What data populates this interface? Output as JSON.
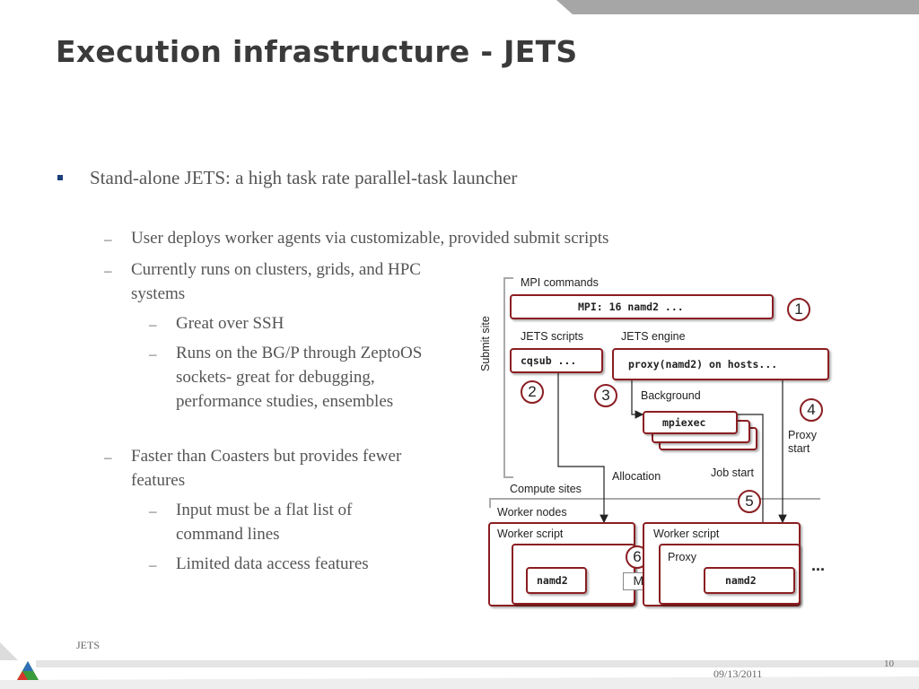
{
  "slide": {
    "title": "Execution infrastructure - JETS",
    "bullet": "Stand-alone JETS: a high task rate parallel-task launcher",
    "sub_items": [
      {
        "text": "User deploys worker agents via customizable, provided submit scripts"
      },
      {
        "text": "Currently runs on clusters, grids, and HPC systems"
      },
      {
        "text": "Great over SSH"
      },
      {
        "text": "Runs on the BG/P through ZeptoOS sockets- great for debugging, performance studies, ensembles"
      },
      {
        "text": "Faster than Coasters but provides fewer features"
      },
      {
        "text": "Input must be a flat list of command lines"
      },
      {
        "text": "Limited data access features"
      }
    ],
    "dash": "–"
  },
  "diagram": {
    "submit_site": "Submit site",
    "mpi_commands": "MPI commands",
    "mpi_line": "MPI: 16 namd2 ...",
    "jets_scripts": "JETS scripts",
    "cqsub": "cqsub ...",
    "jets_engine": "JETS engine",
    "proxy_line": "proxy(namd2) on hosts...",
    "background": "Background",
    "mpiexec": "mpiexec",
    "proxy_start": "Proxy\nstart",
    "allocation": "Allocation",
    "job_start": "Job start",
    "compute_sites": "Compute sites",
    "worker_nodes": "Worker nodes",
    "worker_script_left": "Worker script",
    "worker_script_right": "Worker script",
    "proxy": "Proxy",
    "namd2_left": "namd2",
    "namd2_right": "namd2",
    "mpi": "MPI",
    "ellipsis": "...",
    "steps": [
      "1",
      "2",
      "3",
      "4",
      "5",
      "6"
    ],
    "colors": {
      "box_border": "#8b1e22",
      "line": "#222222"
    }
  },
  "footer": {
    "label": "JETS",
    "date": "09/13/2011",
    "page": "10"
  }
}
